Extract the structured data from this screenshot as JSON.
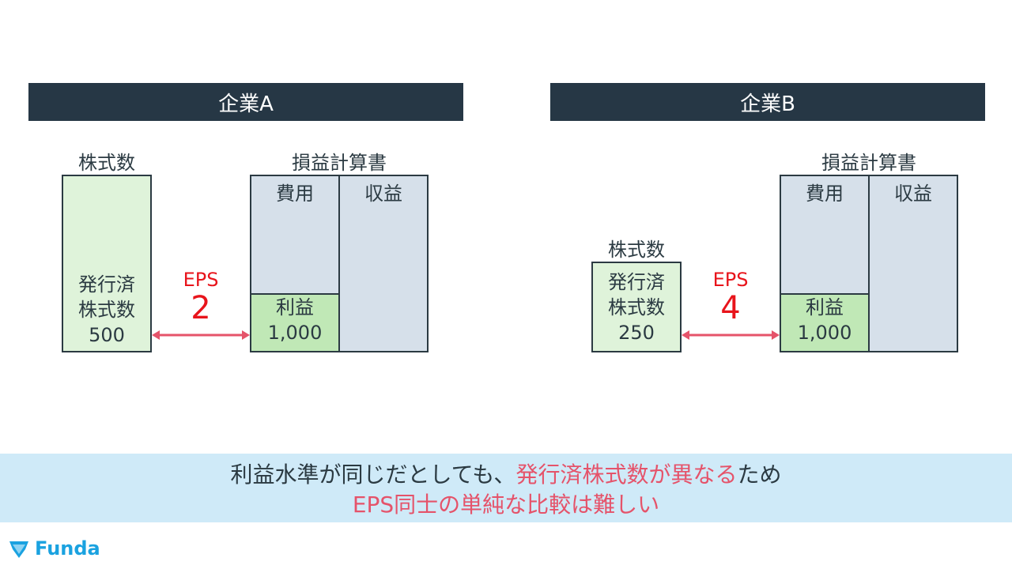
{
  "companies": [
    {
      "title": "企業A",
      "shares_label": "株式数",
      "shares_box": {
        "line1": "発行済",
        "line2": "株式数",
        "value": "500"
      },
      "eps": {
        "label": "EPS",
        "value": "2"
      },
      "pl_title": "損益計算書",
      "expense_label": "費用",
      "revenue_label": "収益",
      "profit": {
        "label": "利益",
        "value": "1,000"
      }
    },
    {
      "title": "企業B",
      "shares_label": "株式数",
      "shares_box": {
        "line1": "発行済",
        "line2": "株式数",
        "value": "250"
      },
      "eps": {
        "label": "EPS",
        "value": "4"
      },
      "pl_title": "損益計算書",
      "expense_label": "費用",
      "revenue_label": "収益",
      "profit": {
        "label": "利益",
        "value": "1,000"
      }
    }
  ],
  "banner": {
    "line1_a": "利益水準が同じだとしても、",
    "line1_b": "発行済株式数が異なる",
    "line1_c": "ため",
    "line2": "EPS同士の単純な比較は難しい"
  },
  "logo": {
    "text": "Funda",
    "icon": "gem-icon"
  },
  "colors": {
    "header": "#263745",
    "eps": "#e8141b",
    "arrow": "#e5536a",
    "highlight": "#e5536a",
    "banner": "#cfeaf8",
    "logo": "#1aa2e0"
  }
}
